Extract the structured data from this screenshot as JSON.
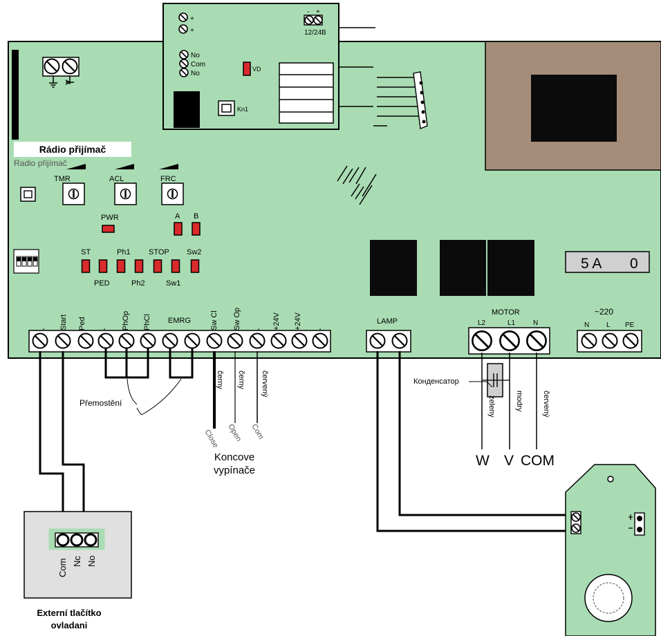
{
  "radio": {
    "tag": "Rádio přijímač",
    "under_text": "Radio přijímač"
  },
  "receiver": {
    "pins_top": [
      "+",
      "+"
    ],
    "supply": "12/24B",
    "supply_polarity": [
      "-",
      "+"
    ],
    "relay_pins": [
      "No",
      "Com",
      "No"
    ],
    "led": "VD",
    "button": "Kn1"
  },
  "knobs": [
    "TMR",
    "ACL",
    "FRC"
  ],
  "leds": {
    "pwr": "PWR",
    "ab": [
      "A",
      "B"
    ],
    "sw2": "Sw2",
    "row_top": [
      "ST",
      "Ph1",
      "STOP"
    ],
    "row_bottom": [
      "PED",
      "Ph2",
      "Sw1"
    ]
  },
  "terminals": {
    "control": [
      "-",
      "Start",
      "Ped",
      "-",
      "PhOp",
      "PhCl",
      "EMRG",
      "Sw Cl",
      "Sw Op",
      "-",
      "+24V",
      "+24V",
      "-"
    ],
    "lamp": "LAMP",
    "motor_title": "MOTOR",
    "motor": [
      "L2",
      "L1",
      "N"
    ],
    "power_title": "~220",
    "power": [
      "N",
      "L",
      "PE"
    ]
  },
  "fuse": {
    "value": "5 A",
    "symbol": "0"
  },
  "wires": {
    "bridge": "Přemostění",
    "limit_colors": [
      "černy",
      "černy",
      "červený"
    ],
    "limit_ends": [
      "Close",
      "Open",
      "Com"
    ],
    "limit_title": [
      "Koncove",
      "vypínače"
    ],
    "capacitor": "Конденсатор",
    "motor_colors": [
      "zeleny",
      "modry",
      "červený"
    ],
    "motor_labels": [
      "W",
      "V",
      "COM"
    ]
  },
  "button_box": {
    "pins": [
      "Com",
      "Nc",
      "No"
    ],
    "caption": [
      "Externí tlačítko",
      "ovladani"
    ]
  },
  "colors": {
    "board": "#a9dcb3",
    "transformer": "#a58c79",
    "led": "#d92b2b",
    "wire": "#000000"
  }
}
